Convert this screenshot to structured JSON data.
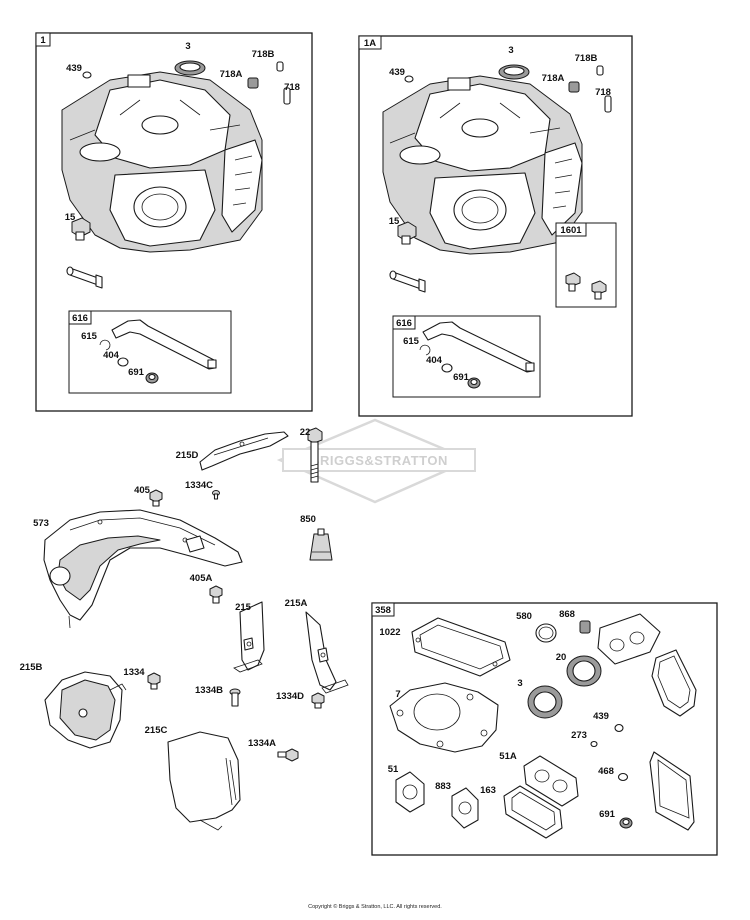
{
  "watermark": "BRIGGS&STRATTON",
  "copyright": "Copyright © Briggs & Stratton, LLC. All rights reserved.",
  "boxes": {
    "engine_left": "1",
    "engine_right": "1A",
    "governor_left": "616",
    "governor_right": "616",
    "screw_kit": "1601",
    "gasket_set": "358"
  },
  "labels": {
    "l_3": "3",
    "l_718b": "718B",
    "l_718a": "718A",
    "l_718": "718",
    "l_439": "439",
    "l_15": "15",
    "l_615": "615",
    "l_404": "404",
    "l_691": "691",
    "r_3": "3",
    "r_718b": "718B",
    "r_718a": "718A",
    "r_718": "718",
    "r_439": "439",
    "r_15": "15",
    "r_615": "615",
    "r_404": "404",
    "r_691": "691",
    "p_22": "22",
    "p_215d": "215D",
    "p_405": "405",
    "p_1334c": "1334C",
    "p_850": "850",
    "p_573": "573",
    "p_405a": "405A",
    "p_215": "215",
    "p_215a": "215A",
    "p_215b": "215B",
    "p_1334": "1334",
    "p_1334b": "1334B",
    "p_1334d": "1334D",
    "p_215c": "215C",
    "p_1334a": "1334A",
    "g_580": "580",
    "g_868": "868",
    "g_1022": "1022",
    "g_20": "20",
    "g_3": "3",
    "g_7": "7",
    "g_439": "439",
    "g_273": "273",
    "g_51": "51",
    "g_883": "883",
    "g_51a": "51A",
    "g_163": "163",
    "g_468": "468",
    "g_691": "691"
  }
}
